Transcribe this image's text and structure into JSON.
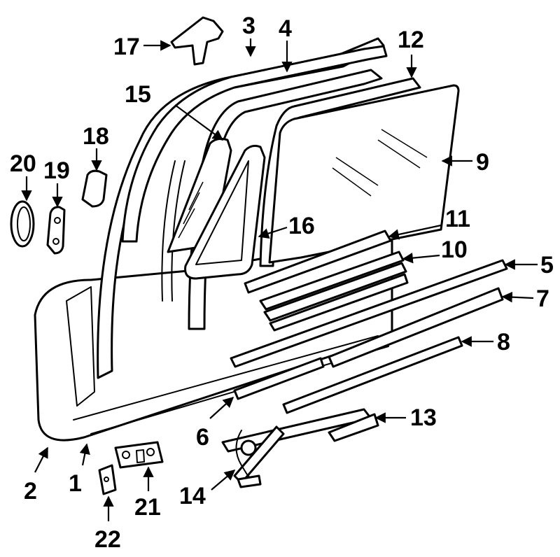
{
  "diagram": {
    "line_color": "#000000",
    "background": "#ffffff",
    "callouts": [
      {
        "id": "c1",
        "label": "1"
      },
      {
        "id": "c2",
        "label": "2"
      },
      {
        "id": "c3",
        "label": "3"
      },
      {
        "id": "c4",
        "label": "4"
      },
      {
        "id": "c5",
        "label": "5"
      },
      {
        "id": "c6",
        "label": "6"
      },
      {
        "id": "c7",
        "label": "7"
      },
      {
        "id": "c8",
        "label": "8"
      },
      {
        "id": "c9",
        "label": "9"
      },
      {
        "id": "c10",
        "label": "10"
      },
      {
        "id": "c11",
        "label": "11"
      },
      {
        "id": "c12",
        "label": "12"
      },
      {
        "id": "c13",
        "label": "13"
      },
      {
        "id": "c14",
        "label": "14"
      },
      {
        "id": "c15",
        "label": "15"
      },
      {
        "id": "c16",
        "label": "16"
      },
      {
        "id": "c17",
        "label": "17"
      },
      {
        "id": "c18",
        "label": "18"
      },
      {
        "id": "c19",
        "label": "19"
      },
      {
        "id": "c20",
        "label": "20"
      },
      {
        "id": "c21",
        "label": "21"
      },
      {
        "id": "c22",
        "label": "22"
      }
    ]
  }
}
